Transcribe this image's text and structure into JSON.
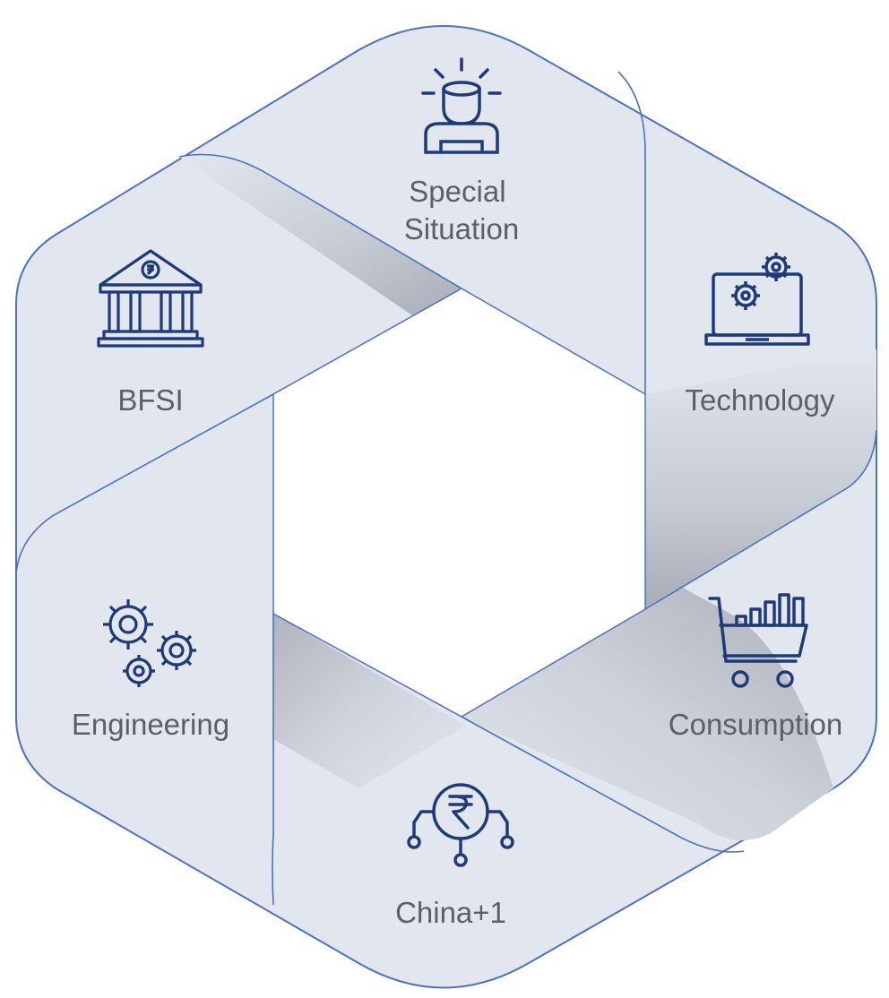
{
  "segments": [
    {
      "id": "special-situation",
      "label_lines": [
        "Special",
        "Situation"
      ],
      "icon": "lightbulb-person-icon"
    },
    {
      "id": "technology",
      "label_lines": [
        "Technology"
      ],
      "icon": "laptop-gears-icon"
    },
    {
      "id": "consumption",
      "label_lines": [
        "Consumption"
      ],
      "icon": "shopping-cart-chart-icon"
    },
    {
      "id": "china-plus-1",
      "label_lines": [
        "China+1"
      ],
      "icon": "rupee-circuit-icon"
    },
    {
      "id": "engineering",
      "label_lines": [
        "Engineering"
      ],
      "icon": "gears-icon"
    },
    {
      "id": "bfsi",
      "label_lines": [
        "BFSI"
      ],
      "icon": "bank-icon"
    }
  ],
  "colors": {
    "fill": "#e2e6ee",
    "stroke": "#4a72bf",
    "icon": "#1f3a78",
    "text": "#5b5f66",
    "shade": "#aab0bb"
  }
}
